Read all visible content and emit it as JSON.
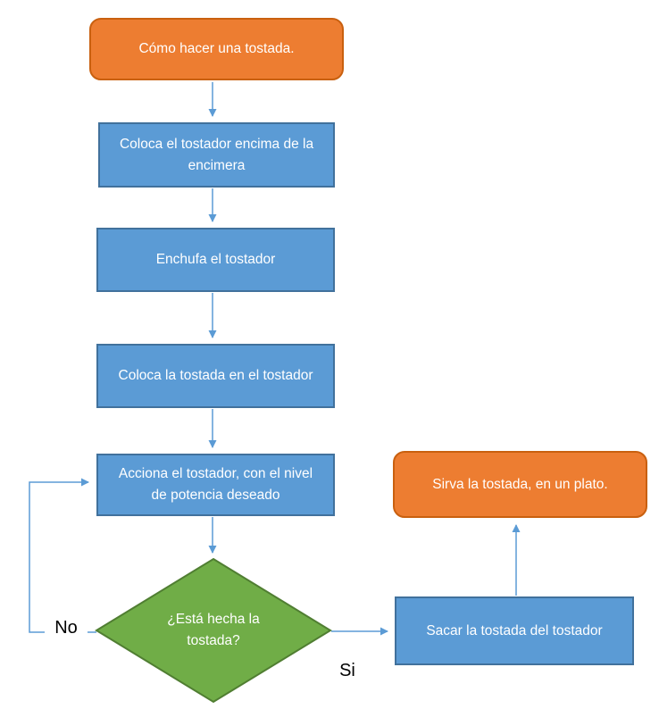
{
  "diagram": {
    "type": "flowchart",
    "title": "Cómo hacer una tostada.",
    "nodes": {
      "start": {
        "label": "Cómo hacer una tostada.",
        "shape": "rounded-rectangle",
        "color": "orange"
      },
      "step1": {
        "label": "Coloca el tostador encima de la encimera",
        "shape": "rectangle",
        "color": "blue"
      },
      "step2": {
        "label": "Enchufa el tostador",
        "shape": "rectangle",
        "color": "blue"
      },
      "step3": {
        "label": "Coloca la tostada en el tostador",
        "shape": "rectangle",
        "color": "blue"
      },
      "step4": {
        "label": "Acciona el tostador, con el nivel de potencia deseado",
        "shape": "rectangle",
        "color": "blue"
      },
      "decision": {
        "label": "¿Está hecha la tostada?",
        "shape": "diamond",
        "color": "green"
      },
      "step5": {
        "label": "Sacar la tostada del tostador",
        "shape": "rectangle",
        "color": "blue"
      },
      "end": {
        "label": "Sirva la tostada, en un plato.",
        "shape": "rounded-rectangle",
        "color": "orange"
      }
    },
    "edge_labels": {
      "no": "No",
      "si": "Si"
    }
  },
  "colors": {
    "terminator-fill": "#ED7D31",
    "terminator-border": "#C9600F",
    "process-fill": "#5B9BD5",
    "process-border": "#41719C",
    "decision-fill": "#70AD47",
    "decision-border": "#507E32",
    "connector": "#5B9BD5",
    "node-text": "#FFFFFF",
    "label-text": "#000000"
  }
}
